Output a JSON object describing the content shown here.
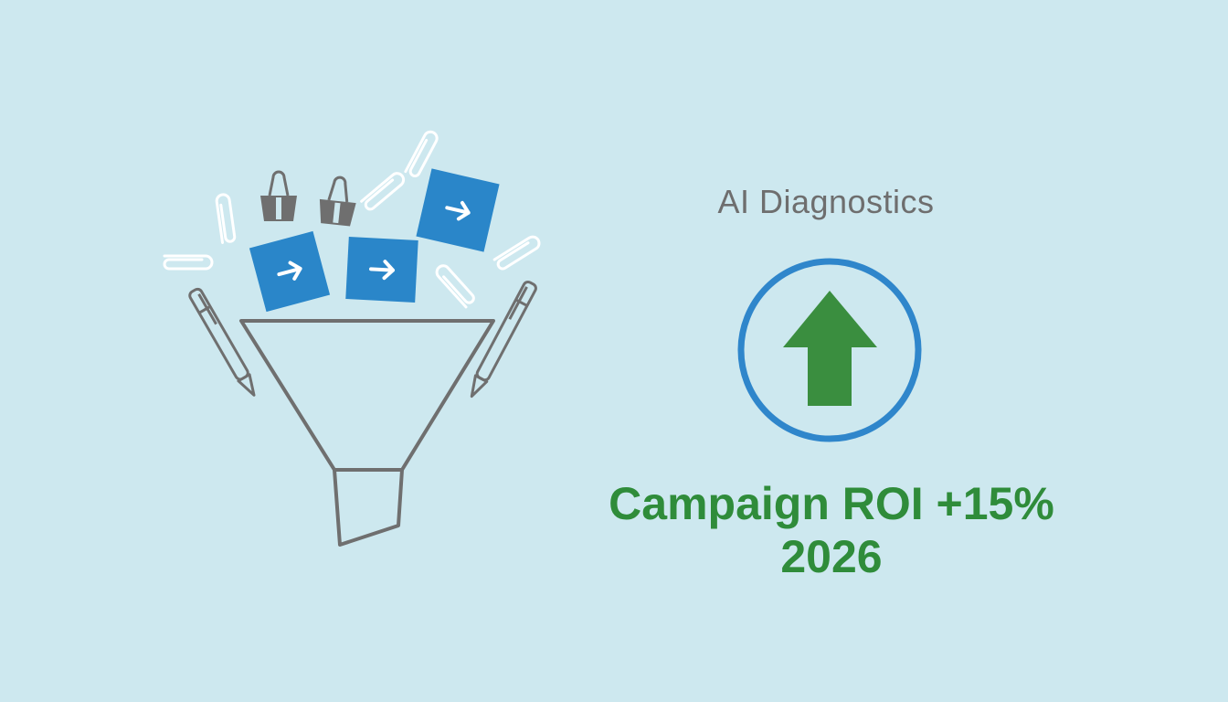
{
  "title": "AI Diagnostics",
  "headline": {
    "line1": "Campaign ROI +15%",
    "line2": "2026"
  },
  "icons": {
    "funnel": "funnel-icon",
    "card": "arrow-card-icon",
    "paperclip": "paperclip-icon",
    "binder_clip": "binder-clip-icon",
    "pen": "pen-icon",
    "growth": "up-arrow-icon"
  },
  "colors": {
    "background": "#cde8ef",
    "title": "#6e6e6e",
    "headline": "#2f8c3a",
    "ring": "#2f86cb",
    "arrow": "#3a8e3f",
    "card": "#2a86c9",
    "line": "#6f6f6f",
    "paperclip": "#ffffff"
  }
}
